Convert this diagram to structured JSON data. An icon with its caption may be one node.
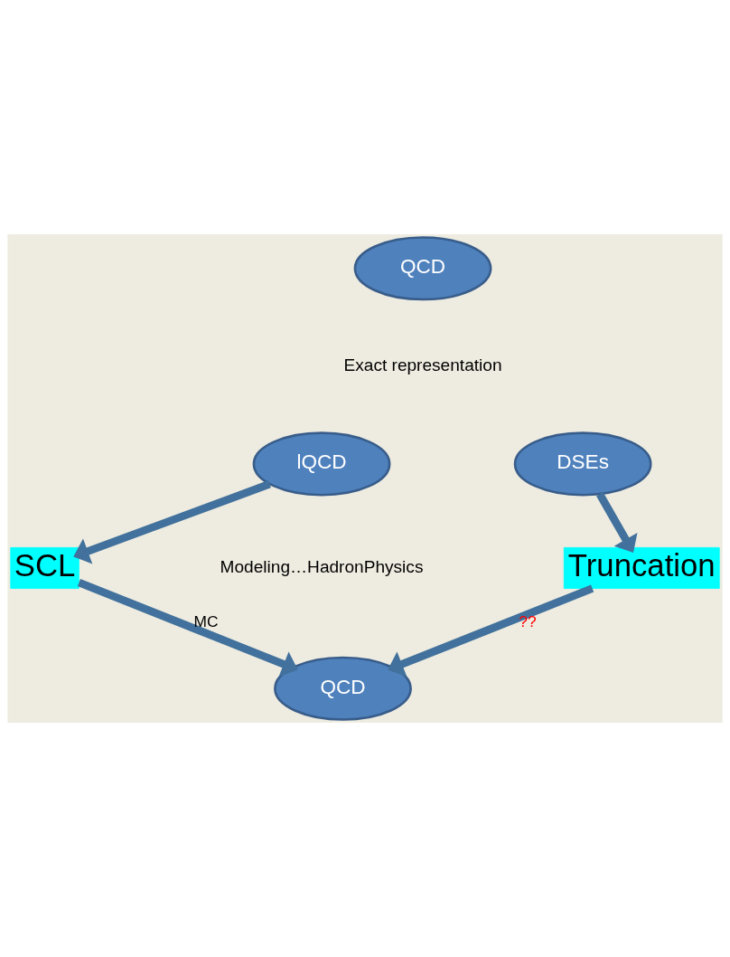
{
  "diagram": {
    "nodes": [
      {
        "text": [
          "QCD"
        ]
      },
      {
        "text": [
          "lQCD"
        ]
      },
      {
        "text": [
          "DSEs"
        ]
      },
      {
        "text": [
          "SCL"
        ]
      },
      {
        "text": [
          "Truncation"
        ]
      },
      {
        "text": [
          "QCD"
        ]
      }
    ],
    "edges": [
      {
        "from": 1,
        "to": 3,
        "arrow": "to"
      },
      {
        "from": 2,
        "to": 4,
        "arrow": "to"
      },
      {
        "from": 3,
        "to": 5,
        "arrow": "to",
        "label": "MC"
      },
      {
        "from": 4,
        "to": 5,
        "arrow": "to",
        "label": "??"
      }
    ],
    "labels": [
      "Exact representation",
      "Modeling…HadronPhysics"
    ]
  }
}
